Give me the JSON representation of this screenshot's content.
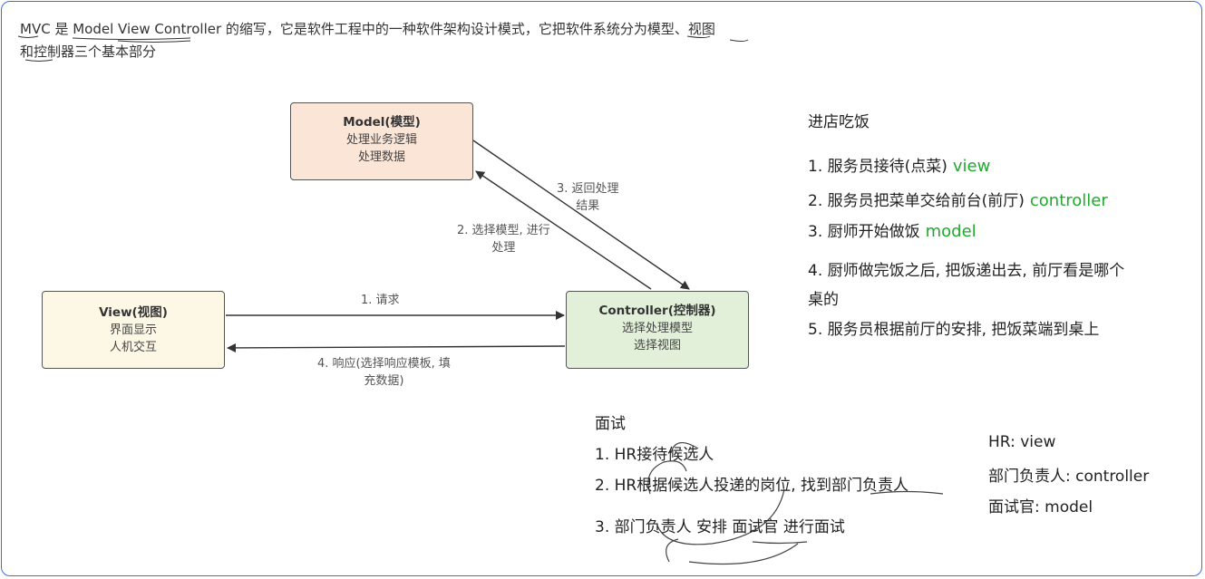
{
  "intro": {
    "line1": "MVC 是 Model View Controller 的缩写，它是软件工程中的一种软件架构设计模式，它把软件系统分为模型、视图",
    "line2": "和控制器三个基本部分"
  },
  "model_box": {
    "title": "Model(模型)",
    "line1": "处理业务逻辑",
    "line2": "处理数据"
  },
  "view_box": {
    "title": "View(视图)",
    "line1": "界面显示",
    "line2": "人机交互"
  },
  "controller_box": {
    "title": "Controller(控制器)",
    "line1": "选择处理模型",
    "line2": "选择视图"
  },
  "arrows": {
    "request": "1. 请求",
    "select_model_1": "2. 选择模型, 进行",
    "select_model_2": "处理",
    "return_result_1": "3. 返回处理",
    "return_result_2": "结果",
    "response_1": "4. 响应(选择响应模板, 填",
    "response_2": "充数据)"
  },
  "restaurant": {
    "title": "进店吃饭",
    "items": [
      {
        "text": "1. 服务员接待(点菜)",
        "tag": "view"
      },
      {
        "text": "2. 服务员把菜单交给前台(前厅)",
        "tag": "controller"
      },
      {
        "text": "3. 厨师开始做饭",
        "tag": "model"
      },
      {
        "text": "4. 厨师做完饭之后, 把饭递出去, 前厅看是哪个",
        "tag": ""
      },
      {
        "text": "桌的",
        "tag": ""
      },
      {
        "text": "5. 服务员根据前厅的安排, 把饭菜端到桌上",
        "tag": ""
      }
    ]
  },
  "interview": {
    "title": "面试",
    "items": [
      "1.  HR接待候选人",
      "2. HR根据候选人投递的岗位, 找到部门负责人",
      "3. 部门负责人 安排 面试官 进行面试"
    ]
  },
  "mapping": {
    "items": [
      "HR: view",
      "部门负责人: controller",
      "面试官: model"
    ]
  },
  "colors": {
    "model_fill": "#fbe5d6",
    "view_fill": "#fdf8e6",
    "controller_fill": "#e2f0d9",
    "accent_green": "#1faa2e",
    "frame": "#3b6fd4"
  }
}
